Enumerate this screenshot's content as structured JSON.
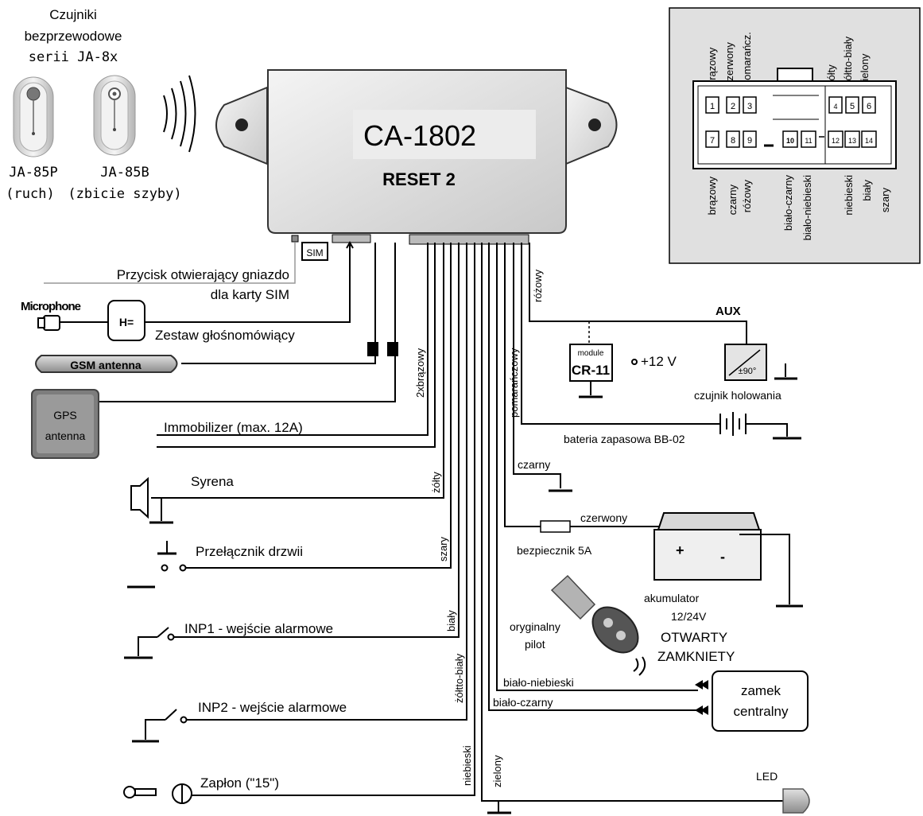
{
  "device": {
    "model": "CA-1802",
    "name": "RESET 2",
    "sim_label": "SIM"
  },
  "sensors": {
    "title_lines": [
      "Czujniki",
      "bezprzewodowe",
      "serii JA-8x"
    ],
    "s1_name": "JA-85P",
    "s1_desc": "(ruch)",
    "s2_name": "JA-85B",
    "s2_desc": "(zbicie szyby)"
  },
  "left": {
    "sim_button_1": "Przycisk otwierający gniazdo",
    "sim_button_2": "dla karty SIM",
    "microphone": "Microphone",
    "handsfree_symbol": "H=",
    "handsfree": "Zestaw głośnomówiący",
    "gsm": "GSM antenna",
    "gps_1": "GPS",
    "gps_2": "antenna",
    "immobilizer": "Immobilizer (max. 12A)",
    "immobilizer_wire": "2xbrązowy",
    "siren": "Syrena",
    "siren_wire": "żółty",
    "door": "Przełącznik drzwii",
    "door_wire": "szary",
    "inp1": "INP1 - wejście alarmowe",
    "inp1_wire": "biały",
    "inp2": "INP2 - wejście alarmowe",
    "inp2_wire": "żółtto-biały",
    "ignition": "Zapłon (\"15\")",
    "ignition_wire": "niebieski",
    "led_wire": "zielony",
    "led": "LED"
  },
  "right": {
    "aux": "AUX",
    "aux_wire": "różowy",
    "module_small": "module",
    "module_name": "CR-11",
    "plus12": "+12 V",
    "tilt_symbol": "±90°",
    "tilt": "czujnik holowania",
    "orange_wire": "pomarańczowy",
    "backup": "bateria zapasowa BB-02",
    "black_wire": "czarny",
    "red_wire": "czerwony",
    "fuse": "bezpiecznik 5A",
    "battery_1": "akumulator",
    "battery_2": "12/24V",
    "remote_1": "oryginalny",
    "remote_2": "pilot",
    "open": "OTWARTY",
    "closed": "ZAMKNIETY",
    "wb": "biało-niebieski",
    "wc": "biało-czarny",
    "lock_1": "zamek",
    "lock_2": "centralny"
  },
  "connector": {
    "top_left": [
      "brązowy",
      "czerwony",
      "pomarańcz."
    ],
    "top_right": [
      "żółty",
      "żółtto-biały",
      "zielony"
    ],
    "bottom": [
      "brązowy",
      "czarny",
      "różowy",
      "biało-czarny",
      "biało-niebieski",
      "niebieski",
      "biały",
      "szary"
    ],
    "pins_top": [
      "1",
      "2",
      "3",
      "4",
      "5",
      "6"
    ],
    "pins_bottom": [
      "7",
      "8",
      "9",
      "10",
      "11",
      "12",
      "13",
      "14"
    ]
  }
}
